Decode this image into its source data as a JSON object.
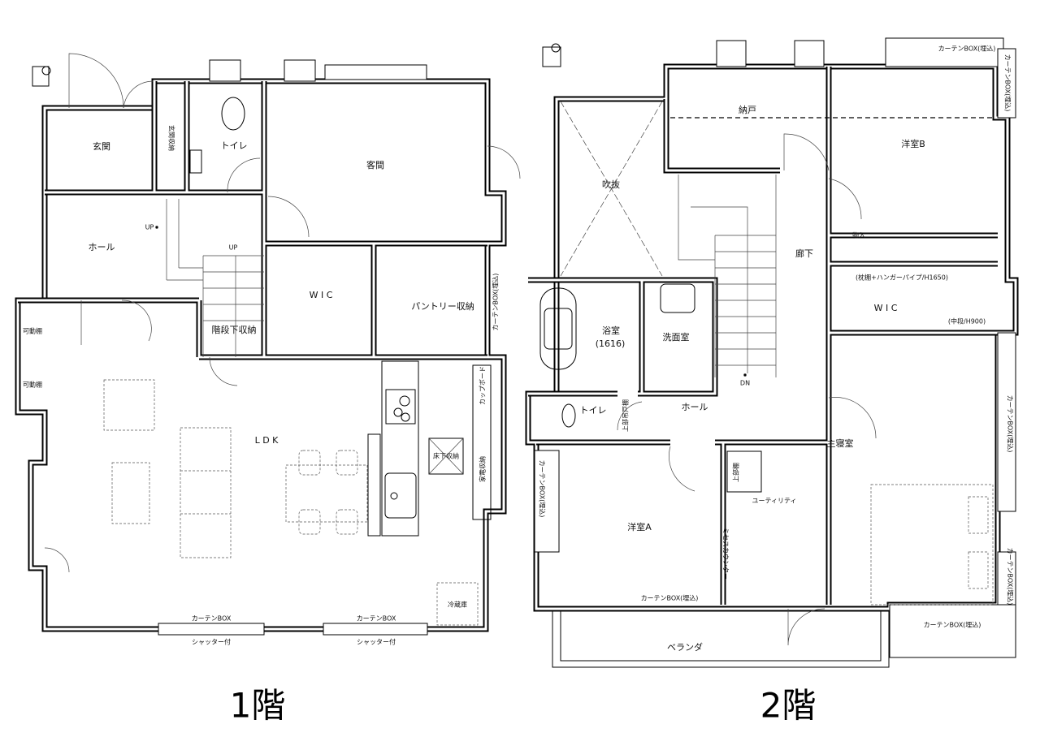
{
  "floor1": {
    "title": "1階",
    "rooms": {
      "genkan": "玄関",
      "genkan_storage": "玄関収納",
      "toilet": "トイレ",
      "guest_room": "客間",
      "hall": "ホール",
      "up1": "UP",
      "up2": "UP",
      "wic": "W I C",
      "pantry": "パントリー収納",
      "under_stairs": "階段下収納",
      "shelf1": "可動棚",
      "shelf2": "可動棚",
      "ldk": "L D K",
      "cupboard": "カップボード",
      "underfloor": "床下収納",
      "appliance": "家電収納",
      "fridge": "冷蔵庫",
      "curtain_box_builtin": "カーテンBOX(埋込)",
      "curtain_box1": "カーテンBOX",
      "curtain_box2": "カーテンBOX",
      "shutter1": "シャッター付",
      "shutter2": "シャッター付"
    }
  },
  "floor2": {
    "title": "2階",
    "rooms": {
      "fukinuke": "吹抜",
      "nando": "納戸",
      "western_b": "洋室B",
      "closet": "物入",
      "corridor": "廊下",
      "shelf_note": "(枕棚+ハンガーパイプ/H1650)",
      "wic": "W I C",
      "mid_note": "(中段/H900)",
      "bath": "浴室",
      "bath_size": "(1616)",
      "washroom": "洗面室",
      "hall": "ホール",
      "dn": "DN",
      "toilet": "トイレ",
      "upper_cabinet": "上部吊戸棚",
      "western_a": "洋室A",
      "upper_shelf": "上部棚",
      "utility": "ユーティリティ",
      "mrs_counter": "ミセスカウンター",
      "master": "主寝室",
      "veranda": "ベランダ",
      "cb_a_bottom": "カーテンBOX(埋込)",
      "cb_a_left": "カーテンBOX(埋込)",
      "cb_master_bottom": "カーテンBOX(埋込)",
      "cb_master_right1": "カーテンBOX(埋込)",
      "cb_master_right2": "カーテンBOX(埋込)",
      "cb_b_top": "カーテンBOX(埋込)",
      "cb_b_right": "カーテンBOX(埋込)"
    }
  }
}
